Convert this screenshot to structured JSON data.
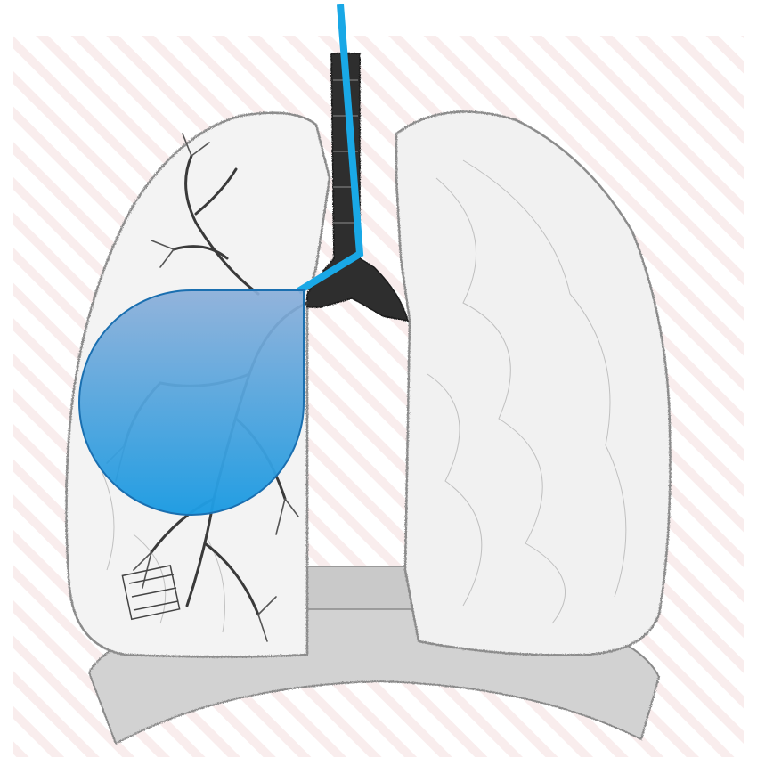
{
  "figure": {
    "subject": "lung-illustration",
    "colors": {
      "background": "#ffffff",
      "stripe": "#f7e8e8",
      "sketch_stroke": "#8a8a8a",
      "sketch_dark": "#3a3a3a",
      "lung_fill": "#f2f2f2",
      "airway_fill": "#2a2a2a",
      "diaphragm_fill": "#cfcfcf",
      "tube_line": "#19a8e6",
      "balloon_top": "#7fa6d8",
      "balloon_bottom": "#1e9be0",
      "balloon_edge": "#1a6fb0"
    },
    "overlay": {
      "tube": "endobronchial-tube",
      "balloon": "blocker-balloon"
    }
  }
}
